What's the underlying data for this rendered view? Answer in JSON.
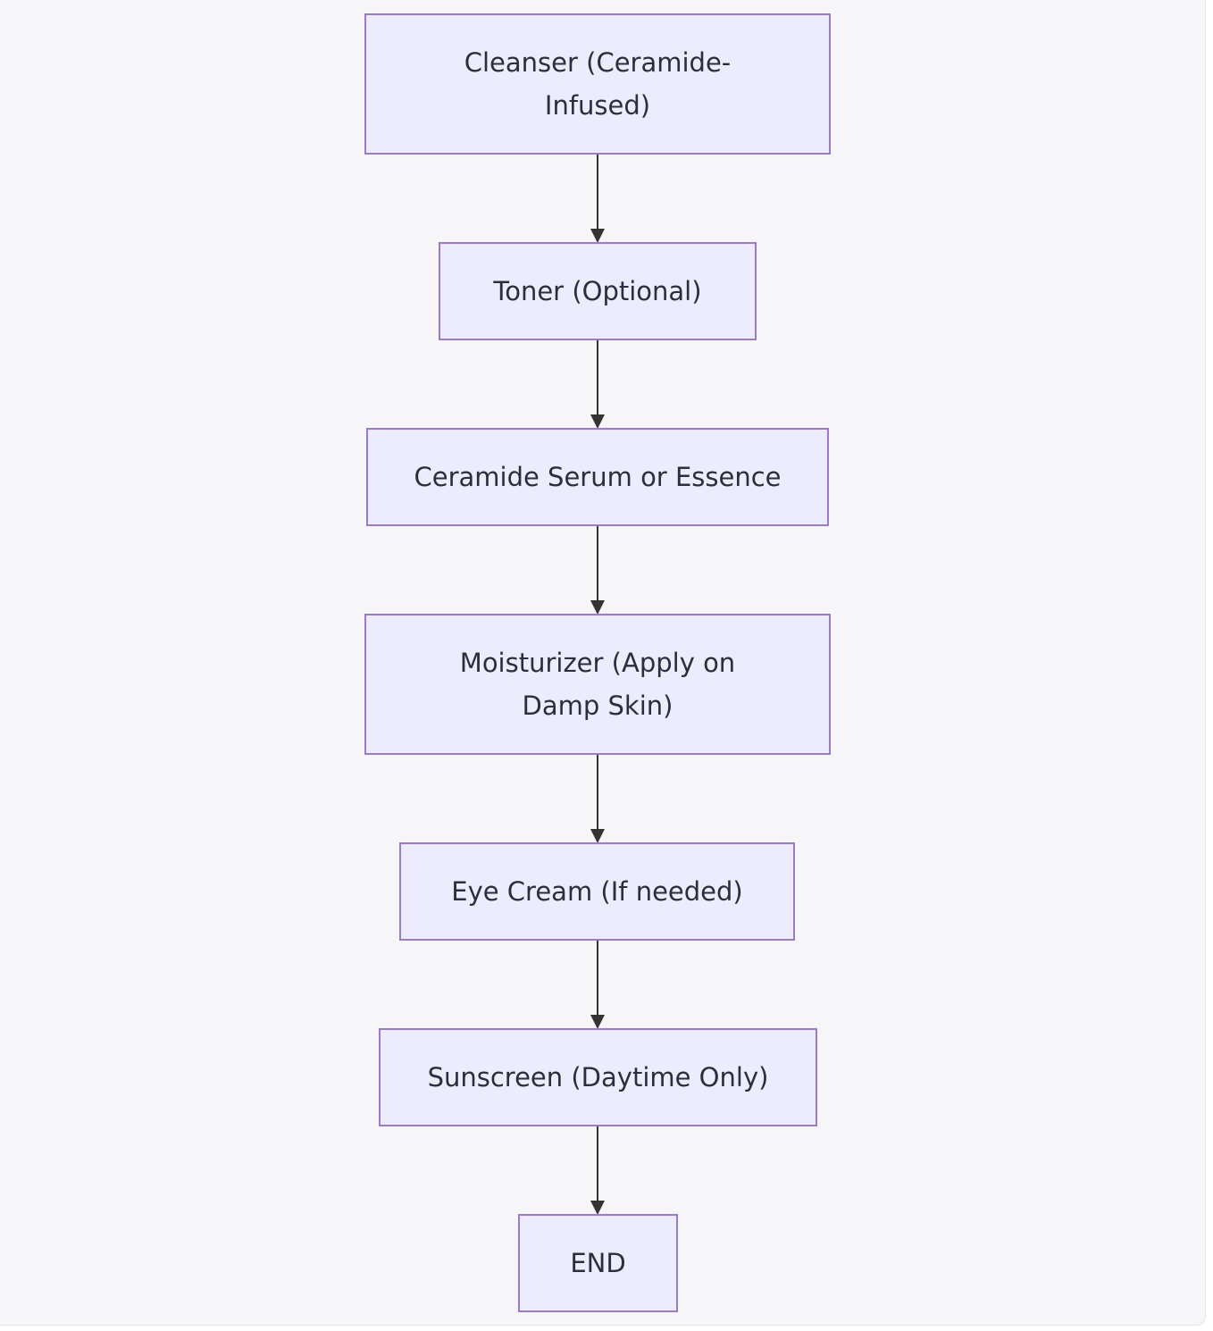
{
  "diagram": {
    "colors": {
      "background": "#f6f6f9",
      "node_fill": "#ececfe",
      "node_stroke": "#9a79d0",
      "edge": "#333333",
      "text": "#2e2e38"
    },
    "nodes": [
      {
        "id": "cleanser",
        "lines": [
          "Cleanser (Ceramide-",
          "Infused)"
        ]
      },
      {
        "id": "toner",
        "lines": [
          "Toner (Optional)"
        ]
      },
      {
        "id": "serum",
        "lines": [
          "Ceramide Serum or Essence"
        ]
      },
      {
        "id": "moisturizer",
        "lines": [
          "Moisturizer (Apply on",
          "Damp Skin)"
        ]
      },
      {
        "id": "eye-cream",
        "lines": [
          "Eye Cream (If needed)"
        ]
      },
      {
        "id": "sunscreen",
        "lines": [
          "Sunscreen (Daytime Only)"
        ]
      },
      {
        "id": "end",
        "lines": [
          "END"
        ]
      }
    ],
    "edges": [
      {
        "from": "cleanser",
        "to": "toner"
      },
      {
        "from": "toner",
        "to": "serum"
      },
      {
        "from": "serum",
        "to": "moisturizer"
      },
      {
        "from": "moisturizer",
        "to": "eye-cream"
      },
      {
        "from": "eye-cream",
        "to": "sunscreen"
      },
      {
        "from": "sunscreen",
        "to": "end"
      }
    ]
  }
}
